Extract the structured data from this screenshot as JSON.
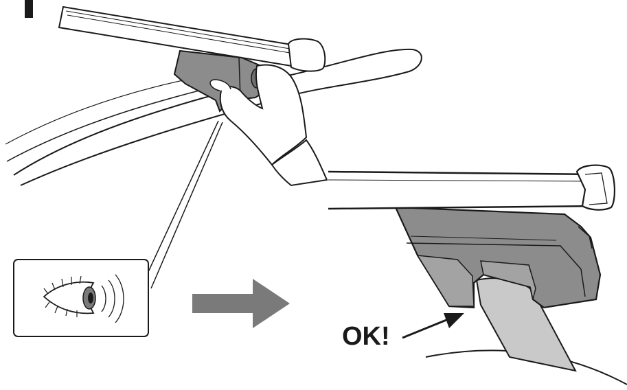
{
  "figure": {
    "step_label": "",
    "ok_label": "OK!",
    "icons": [
      "eye-icon",
      "arrow-right-icon",
      "arrow-pointer-icon",
      "roof-rail",
      "roof-bar",
      "foot-pad",
      "hand"
    ],
    "colors": {
      "line": "#1a1a1a",
      "foot_gray": "#8c8c8c",
      "foot_light": "#b3b3b3",
      "rail_fill": "#ffffff",
      "arrow_gray": "#7a7a7a",
      "pad_gray": "#c9c9c9"
    }
  }
}
